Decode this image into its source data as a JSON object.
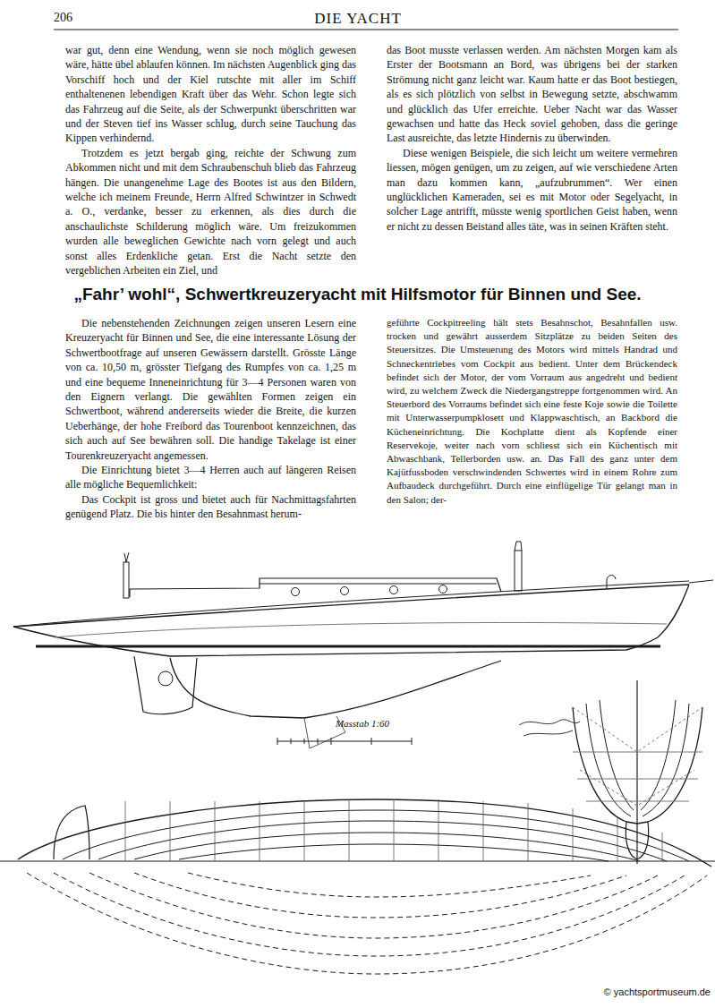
{
  "diagram": {
    "title": "„Fahr’ wohl“, Schwertkreuzeryacht mit Hilfsmotor für Binnen und See.",
    "labels": [
      "206",
      "DIE YACHT",
      "war gut, denn eine Wendung, wenn sie noch möglich gewesen wäre, hätte übel ablaufen können. Im nächsten Augenblick ging das Vorschiff hoch und der Kiel rutschte mit aller im Schiff enthaltenenen lebendigen Kraft über das Wehr. Schon legte sich das Fahrzeug auf die Seite, als der Schwerpunkt überschritten war und der Steven tief ins Wasser schlug, durch seine Tauchung das Kippen verhindernd.",
      "Trotzdem es jetzt bergab ging, reichte der Schwung zum Abkommen nicht und mit dem Schraubenschuh blieb das Fahrzeug hängen. Die unangenehme Lage des Bootes ist aus den Bildern, welche ich meinem Freunde, Herrn Alfred Schwintzer in Schwedt a. O., verdanke, besser zu erkennen, als dies durch die anschaulichste Schilderung möglich wäre. Um freizukommen wurden alle beweglichen Gewichte nach vorn gelegt und auch sonst alles Erdenkliche getan. Erst die Nacht setzte den vergeblichen Arbeiten ein Ziel, und",
      "das Boot musste verlassen werden. Am nächsten Morgen kam als Erster der Bootsmann an Bord, was übrigens bei der starken Strömung nicht ganz leicht war. Kaum hatte er das Boot bestiegen, als es sich plötzlich von selbst in Bewegung setzte, abschwamm und glücklich das Ufer erreichte. Ueber Nacht war das Wasser gewachsen und hatte das Heck soviel gehoben, dass die geringe Last ausreichte, das letzte Hindernis zu überwinden.",
      "Diese wenigen Beispiele, die sich leicht um weitere vermehren liessen, mögen genügen, um zu zeigen, auf wie verschiedene Arten man dazu kommen kann, „aufzubrummen“. Wer einen unglücklichen Kameraden, sei es mit Motor oder Segelyacht, in solcher Lage antrifft, müsste wenig sportlichen Geist haben, wenn er nicht zu dessen Beistand alles täte, was in seinen Kräften steht.",
      "Die nebenstehenden Zeichnungen zeigen unseren Lesern eine Kreuzeryacht für Binnen und See, die eine interessante Lösung der Schwertbootfrage auf unseren Gewässern darstellt. Grösste Länge von ca. 10,50 m, grösster Tiefgang des Rumpfes von ca. 1,25 m und eine bequeme Inneneinrichtung für 3—4 Personen waren von den Eignern verlangt. Die gewählten Formen zeigen ein Schwertboot, während andererseits wieder die Breite, die kurzen Ueberhänge, der hohe Freibord das Tourenboot kennzeichnen, das sich auch auf See bewähren soll. Die handige Takelage ist einer Tourenkreuzeryacht angemessen.",
      "Die Einrichtung bietet 3—4 Herren auch auf längeren Reisen alle mögliche Bequemlichkeit:",
      "Das Cockpit ist gross und bietet auch für Nachmittagsfahrten genügend Platz. Die bis hinter den Besahnmast herum-",
      "geführte Cockpitreeling hält stets Besahnschot, Besahnfallen usw. trocken und gewährt ausserdem Sitzplätze zu beiden Seiten des Steuersitzes. Die Umsteuerung des Motors wird mittels Handrad und Schneckentriebes vom Cockpit aus bedient. Unter dem Brückendeck befindet sich der Motor, der vom Vorraum aus angedreht und bedient wird, zu welchem Zweck die Niedergangstreppe fortgenommen wird. An Steuerbord des Vorraums befindet sich eine feste Koje sowie die Toilette mit Unterwasserpumpklosett und Klappwaschtisch, an Backbord die Kücheneinrichtung. Die Kochplatte dient als Kopfende einer Reservekoje, weiter nach vorn schliesst sich ein Küchentisch mit Abwaschbank, Tellerborden usw. an. Das Fall des ganz unter dem Kajütfussboden verschwindenden Schwertes wird in einem Rohre zum Aufbaudeck durchgeführt. Durch eine einflügelige Tür gelangt man in den Salon; der-",
      "Masstab 1:60",
      "© yachtsportmuseum.de"
    ]
  }
}
